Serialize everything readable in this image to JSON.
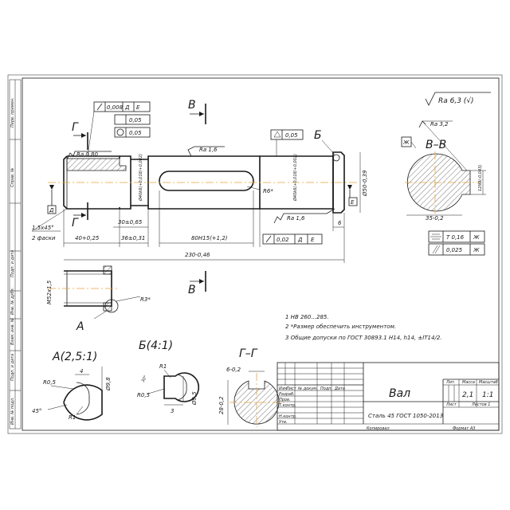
{
  "title_block": {
    "part_name": "Вал",
    "material": "Сталь 45 ГОСТ 1050-2013",
    "header_izm": "Изм",
    "header_list": "Лист",
    "header_doc": "№ докум.",
    "header_podp": "Подп.",
    "header_data": "Дата",
    "row_razrab": "Разраб.",
    "row_prov": "Пров.",
    "row_tkontr": "Т.контр.",
    "row_nkontr": "Н.контр.",
    "row_utv": "Утв.",
    "lit_label": "Лит.",
    "mass_label": "Масса",
    "scale_label": "Масштаб",
    "mass_value": "2,1",
    "scale_value": "1:1",
    "sheet_label": "Лист",
    "sheets_label": "Листов  1",
    "copied_label": "Копировал",
    "format_label": "Формат   А3"
  },
  "side_stamp": {
    "cells": [
      "Перв. примен.",
      "Справ. №",
      "Подп. и дата",
      "Инв. № дубл.",
      "Взам. инв. №",
      "Подп. и дата",
      "Инв. № подл."
    ]
  },
  "roughness": {
    "general": "Ra 6,3 (√)",
    "ra_080": "Ra 0,80",
    "ra_16a": "Ra 1,6",
    "ra_16b": "Ra 1,6",
    "ra_32": "Ra 3,2"
  },
  "tolerances": {
    "runout_top": "0,008",
    "datum_d": "Д",
    "datum_e": "Е",
    "t005a": "0,05",
    "t005b": "0,05",
    "t005c": "0,05",
    "runout_bottom": "0,02",
    "sym": "T 0,16",
    "par": "0,025",
    "datum_zh": "Ж"
  },
  "sections": {
    "view_b": "В",
    "cut_g": "Г",
    "cut_b_label": "Б",
    "section_vv": "В–В",
    "detail_a_ref": "А",
    "detail_a": "А(2,5:1)",
    "detail_b": "Б(4:1)",
    "section_gg": "Г–Г"
  },
  "dims": {
    "d40k6_left": "Ø40k6(+0,018/+0,002)",
    "d40k6_right": "Ø40k6(+0,018/+0,002)",
    "d50": "Ø50-0,39",
    "r6": "R6*",
    "chamfer": "1,5x45°",
    "chamfer_note": "2 фаски",
    "l40": "40+0,25",
    "l30": "30±0,65",
    "l36": "36±0,31",
    "l80": "80H15(+1,2)",
    "l230": "230-0,46",
    "l6": "6",
    "m52": "М52x1,5",
    "r3": "R3*",
    "w12": "12N9(-0,043)",
    "s35": "35-0,2",
    "a_r05": "R0,5",
    "a_4": "4",
    "a_d98": "Ø9,8",
    "a_45": "45°",
    "a_r1": "R1",
    "b_r1": "R1",
    "b_r05": "R0,5",
    "b_3": "3",
    "b_d95": "Ø9,5",
    "b_30": "30°",
    "g_6": "6-0,2",
    "g_28": "28-0,2"
  },
  "notes": [
    "1 HB 260...285.",
    "2 *Размер обеспечить инструментом.",
    "3 Общие допуски по ГОСТ 30893.1 H14, h14, ±IT14/2."
  ]
}
